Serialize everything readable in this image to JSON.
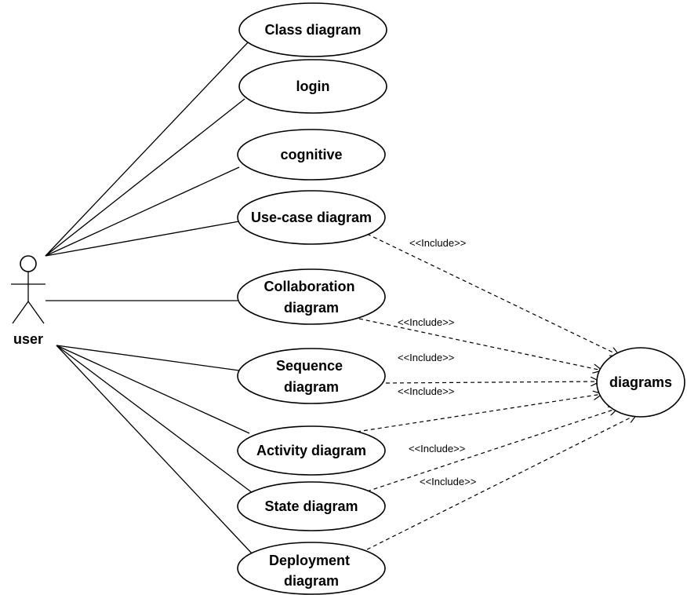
{
  "actor": {
    "label": "user"
  },
  "use_cases": {
    "class_diagram": {
      "lines": [
        "Class diagram"
      ]
    },
    "login": {
      "lines": [
        "login"
      ]
    },
    "cognitive": {
      "lines": [
        "cognitive"
      ]
    },
    "use_case_diagram": {
      "lines": [
        "Use-case diagram"
      ]
    },
    "collaboration_diagram": {
      "lines": [
        "Collaboration",
        "diagram"
      ]
    },
    "sequence_diagram": {
      "lines": [
        "Sequence",
        "diagram"
      ]
    },
    "activity_diagram": {
      "lines": [
        "Activity diagram"
      ]
    },
    "state_diagram": {
      "lines": [
        "State diagram"
      ]
    },
    "deployment_diagram": {
      "lines": [
        "Deployment",
        "diagram"
      ]
    },
    "diagrams": {
      "lines": [
        "diagrams"
      ]
    }
  },
  "include_label": "<<Include>>"
}
